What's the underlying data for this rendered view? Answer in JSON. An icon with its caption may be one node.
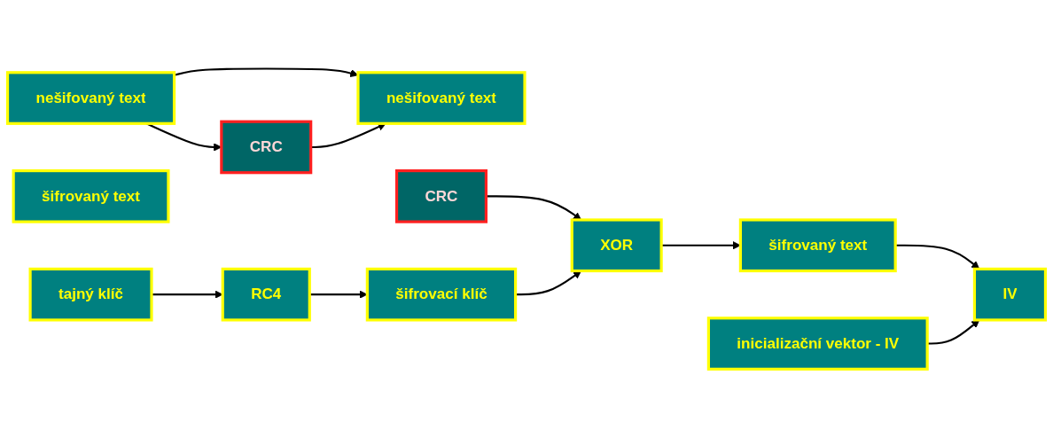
{
  "diagram": {
    "nodes": [
      {
        "text": [
          "nešifovaný text"
        ]
      },
      {
        "text": [
          "CRC"
        ]
      },
      {
        "text": [
          "nešifovaný text"
        ]
      },
      {
        "text": [
          "CRC"
        ]
      },
      {
        "text": [
          "XOR"
        ]
      },
      {
        "text": [
          "šifrovaný text"
        ]
      },
      {
        "text": [
          "IV"
        ]
      },
      {
        "text": [
          "šifrovaný text"
        ]
      },
      {
        "text": [
          "inicializační vektor - IV"
        ]
      },
      {
        "text": [
          "tajný klíč"
        ]
      },
      {
        "text": [
          "RC4"
        ]
      },
      {
        "text": [
          "šifrovací klíč"
        ]
      }
    ],
    "edges": [
      {
        "from": 0,
        "to": 2,
        "arrow": "to"
      },
      {
        "from": 0,
        "to": 1,
        "arrow": "to"
      },
      {
        "from": 1,
        "to": 2,
        "arrow": "to"
      },
      {
        "from": 3,
        "to": 4,
        "arrow": "to"
      },
      {
        "from": 11,
        "to": 4,
        "arrow": "to"
      },
      {
        "from": 4,
        "to": 5,
        "arrow": "to"
      },
      {
        "from": 5,
        "to": 6,
        "arrow": "to"
      },
      {
        "from": 9,
        "to": 10,
        "arrow": "to"
      },
      {
        "from": 10,
        "to": 11,
        "arrow": "to"
      },
      {
        "from": 8,
        "to": 6,
        "arrow": "to"
      }
    ]
  }
}
